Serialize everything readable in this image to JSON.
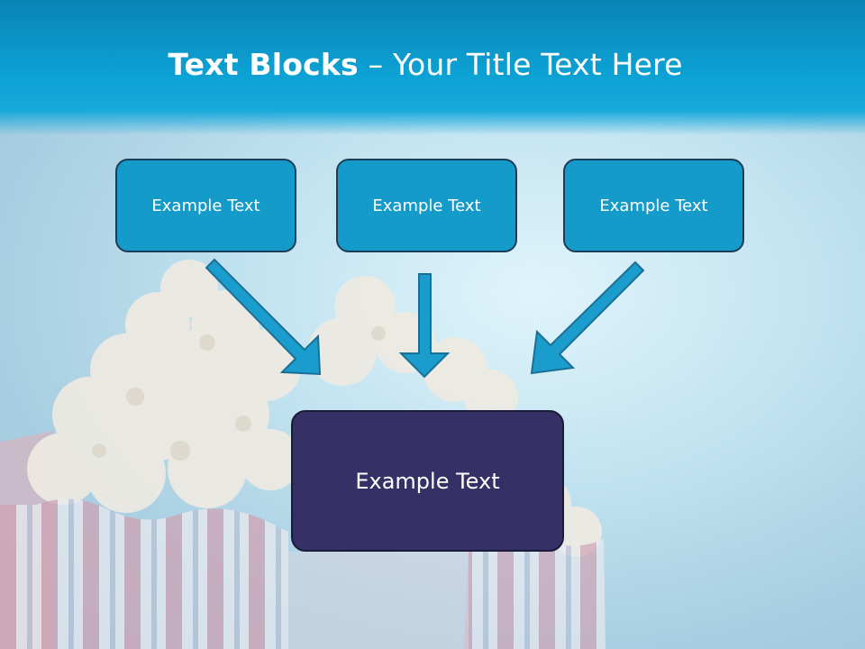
{
  "title": {
    "bold": "Text Blocks",
    "dash": "–",
    "rest": "Your Title Text Here"
  },
  "boxes": [
    {
      "label": "Example Text"
    },
    {
      "label": "Example Text"
    },
    {
      "label": "Example Text"
    }
  ],
  "target": {
    "label": "Example Text"
  },
  "colors": {
    "title_bar": "#0ca1d4",
    "box_fill": "#159bc9",
    "target_fill": "#353065",
    "arrow_fill": "#1a9dcc",
    "arrow_stroke": "#1b6f96"
  }
}
